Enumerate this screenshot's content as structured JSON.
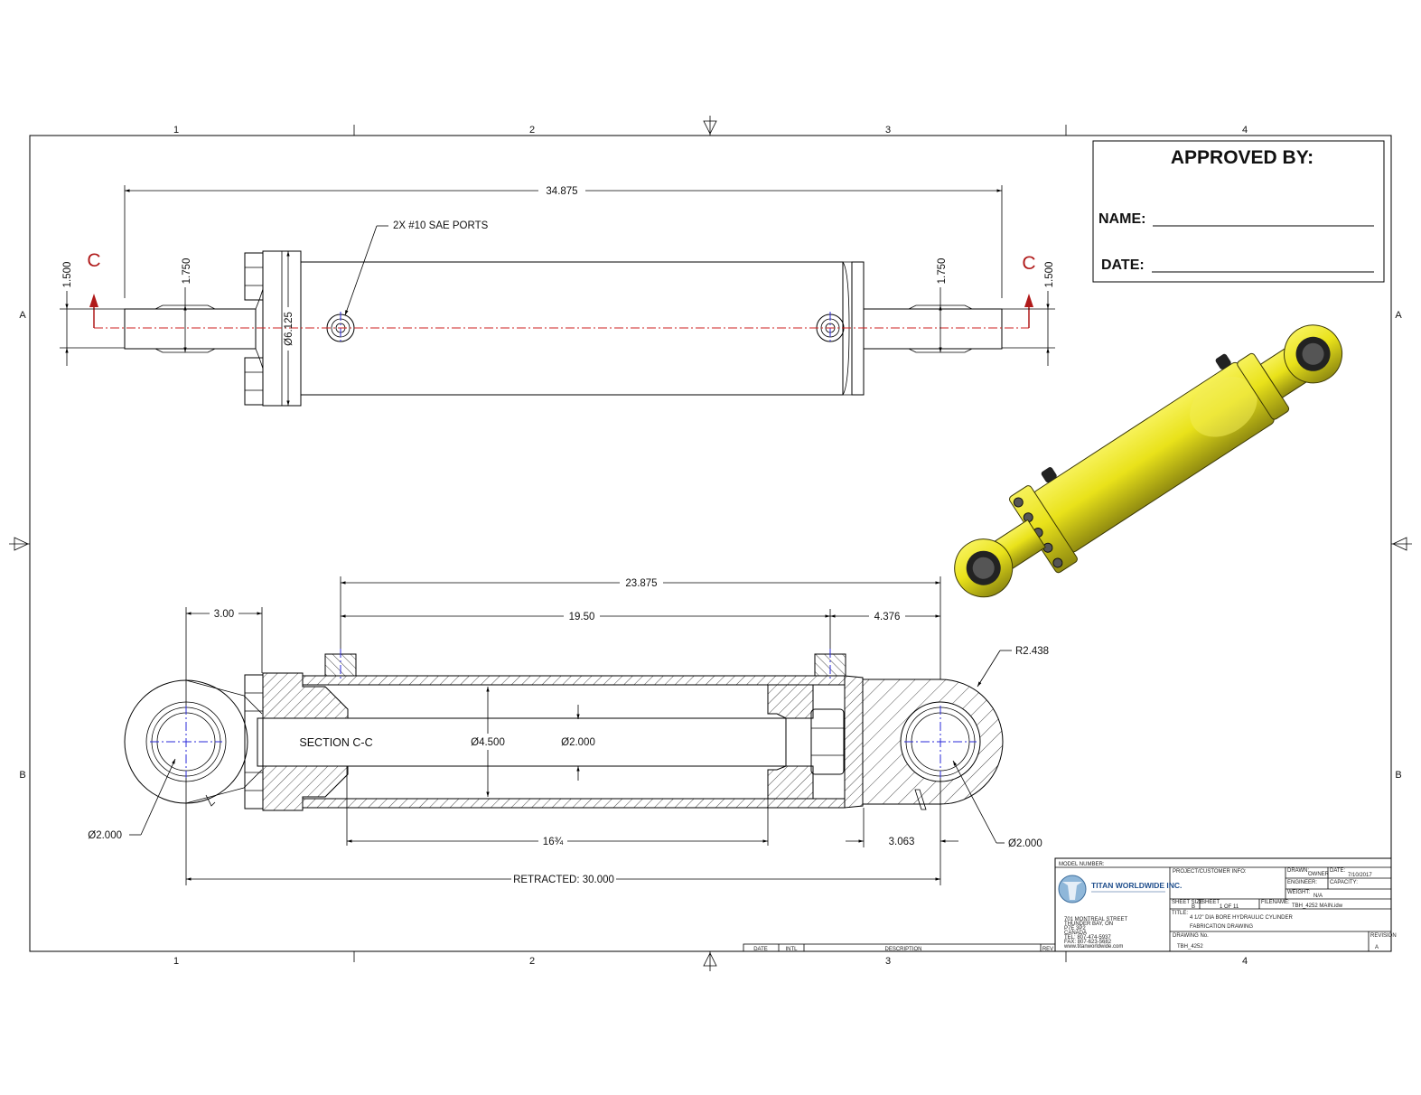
{
  "zones": {
    "columns": [
      "1",
      "2",
      "3",
      "4"
    ],
    "rows": [
      "A",
      "B"
    ]
  },
  "approval_box": {
    "title": "APPROVED BY:",
    "name_label": "NAME:",
    "date_label": "DATE:"
  },
  "top_view": {
    "overall_length": "34.875",
    "ports_note": "2X #10 SAE PORTS",
    "section_marker": "C",
    "left_clevis_thickness": "1.500",
    "left_clevis_width": "1.750",
    "flange_diameter": "Ø6.125",
    "right_clevis_width": "1.750",
    "right_clevis_thickness": "1.500"
  },
  "section_view": {
    "label": "SECTION C-C",
    "bore_diameter": "Ø4.500",
    "rod_diameter": "Ø2.000",
    "body_length": "23.875",
    "tube_length": "19.50",
    "gland_to_pin": "4.376",
    "clevis_offset": "3.00",
    "end_radius": "R2.438",
    "stroke": "16¾",
    "pin_offset": "3.063",
    "left_pin_diameter": "Ø2.000",
    "right_pin_diameter": "Ø2.000",
    "retracted_length": "RETRACTED: 30.000"
  },
  "title_block": {
    "model_number_label": "MODEL NUMBER:",
    "company": "TITAN WORLDWIDE INC.",
    "address_lines": [
      "701 MONTREAL STREET",
      "THUNDER BAY, ON",
      "P7E 3P2",
      "CANADA",
      "TEL: 807-474-5937",
      "FAX: 807-623-5682",
      "www.titanworldwide.com"
    ],
    "project_label": "PROJECT/CUSTOMER INFO:",
    "drawn_label": "DRAWN:",
    "drawn_value": "OWNER",
    "date_label": "DATE:",
    "date_value": "7/10/2017",
    "engineer_label": "ENGINEER:",
    "capacity_label": "CAPACITY:",
    "weight_label": "WEIGHT:",
    "weight_value": "N/A",
    "sheet_size_label": "SHEET SIZE",
    "sheet_size": "B",
    "sheet_label": "SHEET",
    "sheet_value": "1   OF  11",
    "filename_label": "FILENAME:",
    "filename": "TBH_4252 MAIN.idw",
    "title_label": "TITLE:",
    "title_line1": "4 1/2\" DIA BORE HYDRAULIC CYLINDER",
    "title_line2": "FABRICATION DRAWING",
    "drawing_no_label": "DRAWING No.",
    "drawing_no": "TBH_4252",
    "revision_label": "REVISION",
    "revision": "A"
  },
  "revision_table": {
    "date": "DATE",
    "init": "INTL",
    "description": "DESCRIPTION",
    "rev": "REV"
  },
  "colors": {
    "cylinder_yellow": "#e9e21a",
    "cylinder_shadow": "#8f8a10",
    "centerline_blue": "#2a2ad8",
    "section_red": "#b01a1a"
  }
}
